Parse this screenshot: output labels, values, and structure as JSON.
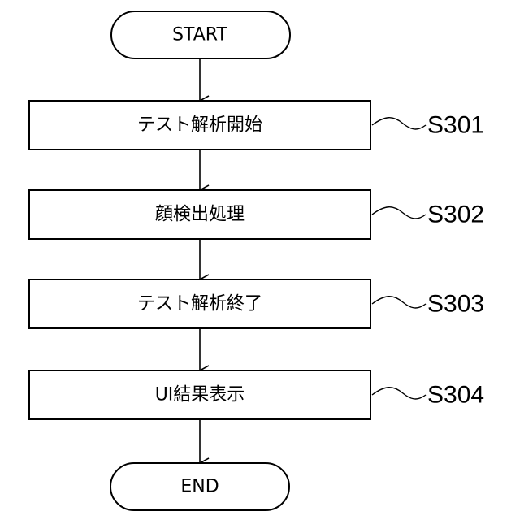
{
  "flowchart": {
    "start": "START",
    "end": "END",
    "steps": [
      {
        "text": "テスト解析開始",
        "label": "S301"
      },
      {
        "text": "顔検出処理",
        "label": "S302"
      },
      {
        "text": "テスト解析終了",
        "label": "S303"
      },
      {
        "text": "UI結果表示",
        "label": "S304"
      }
    ]
  }
}
